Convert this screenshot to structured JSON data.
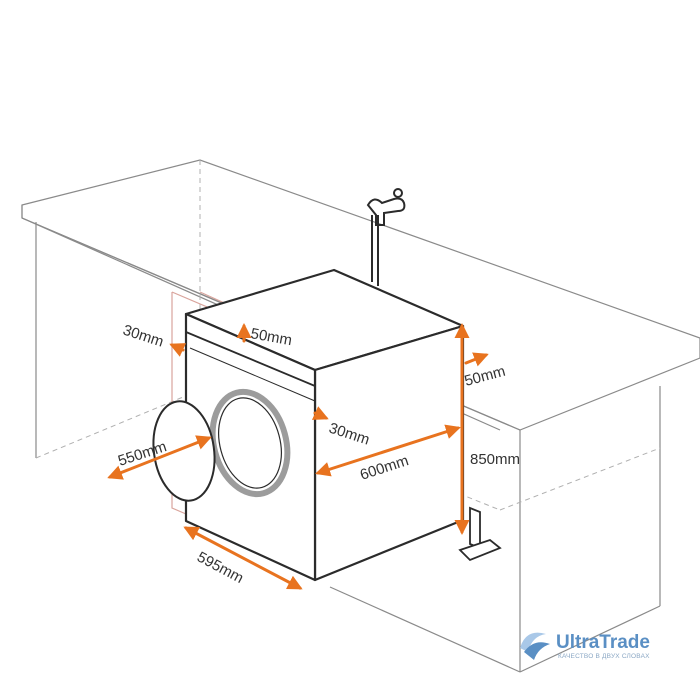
{
  "diagram": {
    "dimensions": {
      "depth_top": "50mm",
      "side_gap_left": "30mm",
      "side_gap_right": "30mm",
      "rear_gap": "50mm",
      "door_opening": "550mm",
      "depth": "600mm",
      "height": "850mm",
      "width": "595mm"
    },
    "icons": [
      "water-tap-icon",
      "drain-pipe-icon",
      "porthole-door-icon"
    ],
    "colors": {
      "accent": "#e8731f",
      "line": "#2b2b2b",
      "faint": "#9a9a9a"
    }
  },
  "logo": {
    "name": "UltraTrade",
    "tagline": "КАЧЕСТВО В ДВУХ СЛОВАХ"
  }
}
